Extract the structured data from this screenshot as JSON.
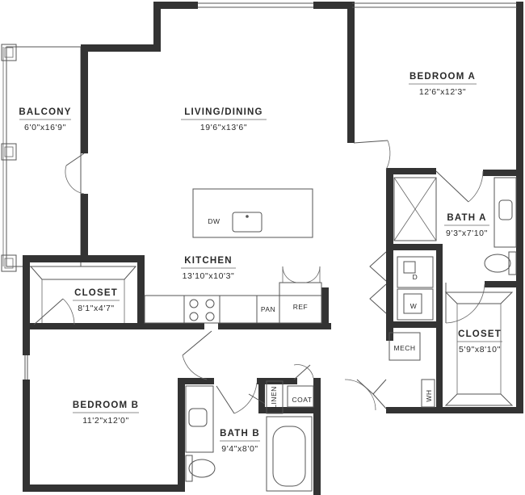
{
  "rooms": {
    "balcony": {
      "name": "BALCONY",
      "dims": "6'0\"x16'9\""
    },
    "living": {
      "name": "LIVING/DINING",
      "dims": "19'6\"x13'6\""
    },
    "bedroom_a": {
      "name": "BEDROOM A",
      "dims": "12'6\"x12'3\""
    },
    "bath_a": {
      "name": "BATH A",
      "dims": "9'3\"x7'10\""
    },
    "kitchen": {
      "name": "KITCHEN",
      "dims": "13'10\"x10'3\""
    },
    "closet_1": {
      "name": "CLOSET",
      "dims": "8'1\"x4'7\""
    },
    "closet_2": {
      "name": "CLOSET",
      "dims": "5'9\"x8'10\""
    },
    "bedroom_b": {
      "name": "BEDROOM B",
      "dims": "11'2\"x12'0\""
    },
    "bath_b": {
      "name": "BATH B",
      "dims": "9'4\"x8'0\""
    }
  },
  "fixtures": {
    "dw": "DW",
    "pan": "PAN",
    "ref": "REF",
    "dryer": "D",
    "washer": "W",
    "mech": "MECH",
    "wh": "WH",
    "linen": "LINEN",
    "coat": "COAT"
  }
}
